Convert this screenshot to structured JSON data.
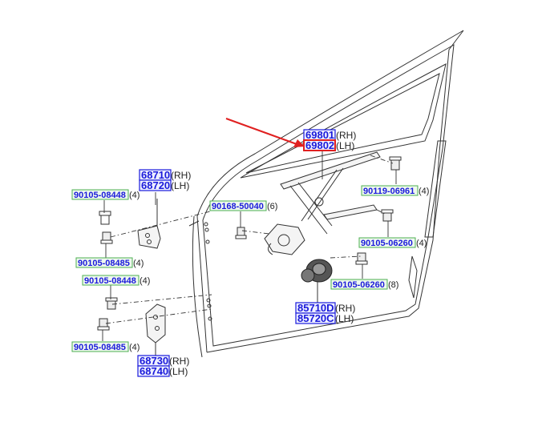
{
  "callouts": {
    "c69801": {
      "part": "69801",
      "side": "(RH)"
    },
    "c69802": {
      "part": "69802",
      "side": "(LH)"
    },
    "c68710": {
      "part": "68710",
      "side": "(RH)"
    },
    "c68720": {
      "part": "68720",
      "side": "(LH)"
    },
    "c68730": {
      "part": "68730",
      "side": "(RH)"
    },
    "c68740": {
      "part": "68740",
      "side": "(LH)"
    },
    "c85710D": {
      "part": "85710D",
      "side": "(RH)"
    },
    "c85720C": {
      "part": "85720C",
      "side": "(LH)"
    },
    "b1": {
      "part": "90105-08448",
      "qty": "(4)"
    },
    "b2": {
      "part": "90105-08485",
      "qty": "(4)"
    },
    "b3": {
      "part": "90105-08448",
      "qty": "(4)"
    },
    "b4": {
      "part": "90105-08485",
      "qty": "(4)"
    },
    "b5": {
      "part": "90168-50040",
      "qty": "(6)"
    },
    "b6": {
      "part": "90119-06961",
      "qty": "(4)"
    },
    "b7": {
      "part": "90105-06260",
      "qty": "(4)"
    },
    "b8": {
      "part": "90105-06260",
      "qty": "(8)"
    }
  },
  "colors": {
    "part_number_text": "#1a1adb",
    "highlight_border": "#e02020",
    "arrow": "#e02020",
    "fastener_box": "#4caf50"
  }
}
